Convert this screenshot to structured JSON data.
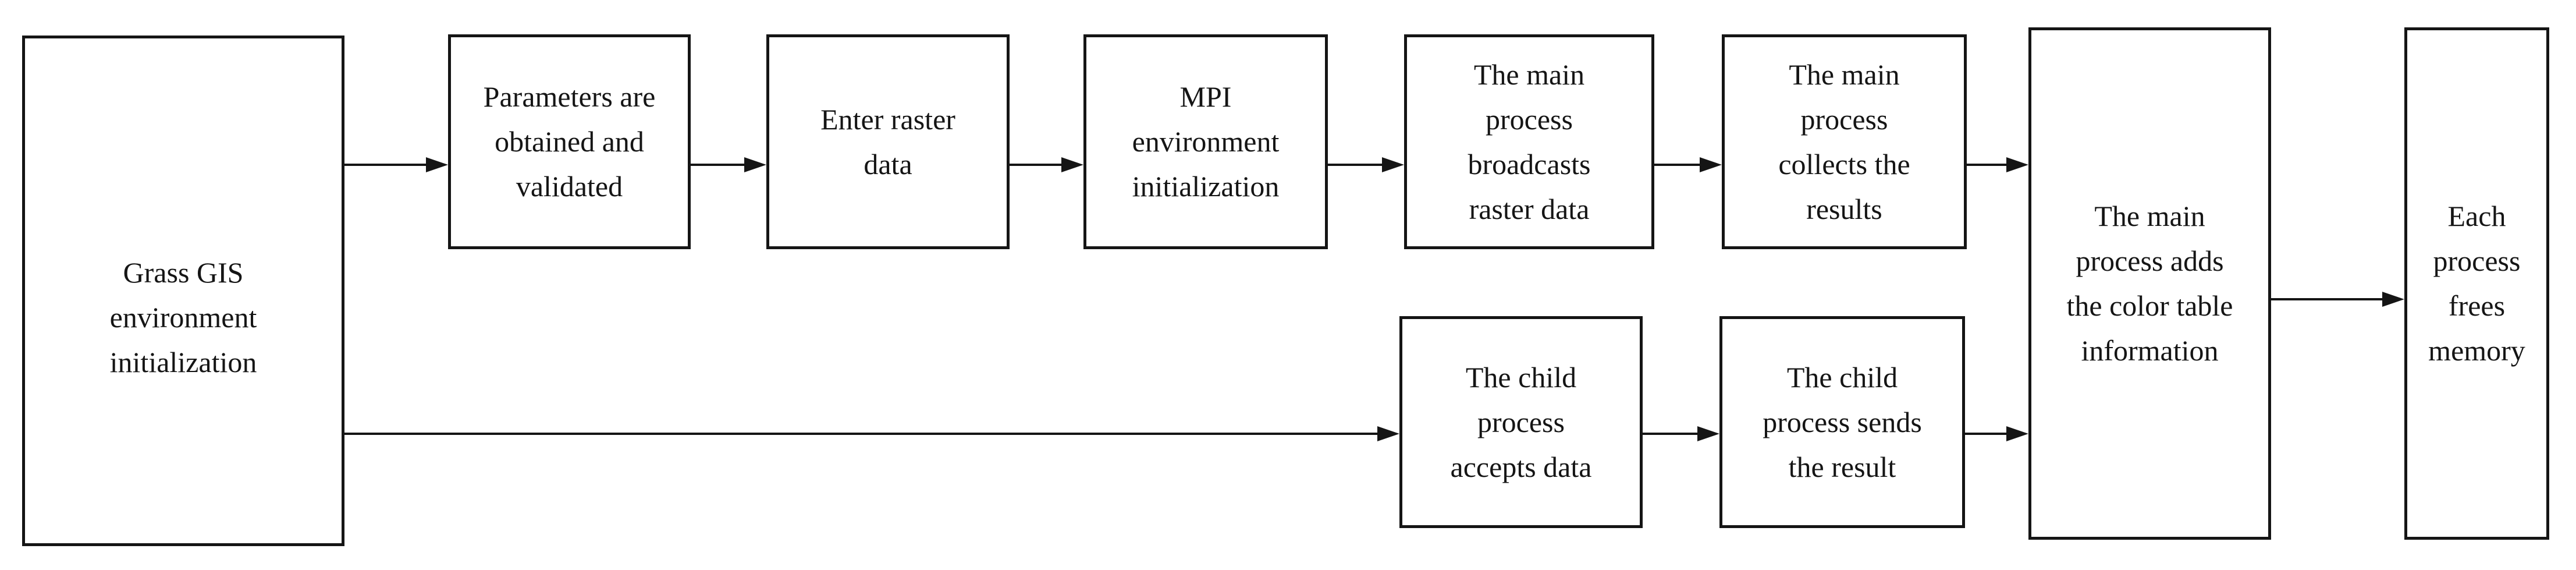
{
  "diagram": {
    "type": "flowchart",
    "background_color": "#ffffff",
    "ink_color": "#151515",
    "nodes": [
      {
        "id": "grass-gis-init",
        "label": "Grass GIS\nenvironment\ninitialization"
      },
      {
        "id": "parameters-validated",
        "label": "Parameters are\nobtained and\nvalidated"
      },
      {
        "id": "enter-raster-data",
        "label": "Enter raster\ndata"
      },
      {
        "id": "mpi-init",
        "label": "MPI\nenvironment\ninitialization"
      },
      {
        "id": "main-broadcasts",
        "label": "The main\nprocess\nbroadcasts\nraster data"
      },
      {
        "id": "main-collects",
        "label": "The main\nprocess\ncollects the\nresults"
      },
      {
        "id": "main-adds-color-table",
        "label": "The main\nprocess adds\nthe color table\ninformation"
      },
      {
        "id": "each-frees-memory",
        "label": "Each\nprocess\nfrees\nmemory"
      },
      {
        "id": "child-accepts",
        "label": "The child\nprocess\naccepts data"
      },
      {
        "id": "child-sends",
        "label": "The child\nprocess sends\nthe result"
      }
    ],
    "edges": [
      {
        "from": "grass-gis-init",
        "to": "parameters-validated"
      },
      {
        "from": "parameters-validated",
        "to": "enter-raster-data"
      },
      {
        "from": "enter-raster-data",
        "to": "mpi-init"
      },
      {
        "from": "mpi-init",
        "to": "main-broadcasts"
      },
      {
        "from": "main-broadcasts",
        "to": "main-collects"
      },
      {
        "from": "main-collects",
        "to": "main-adds-color-table"
      },
      {
        "from": "grass-gis-init",
        "to": "child-accepts"
      },
      {
        "from": "child-accepts",
        "to": "child-sends"
      },
      {
        "from": "child-sends",
        "to": "main-adds-color-table"
      },
      {
        "from": "main-adds-color-table",
        "to": "each-frees-memory"
      }
    ]
  }
}
